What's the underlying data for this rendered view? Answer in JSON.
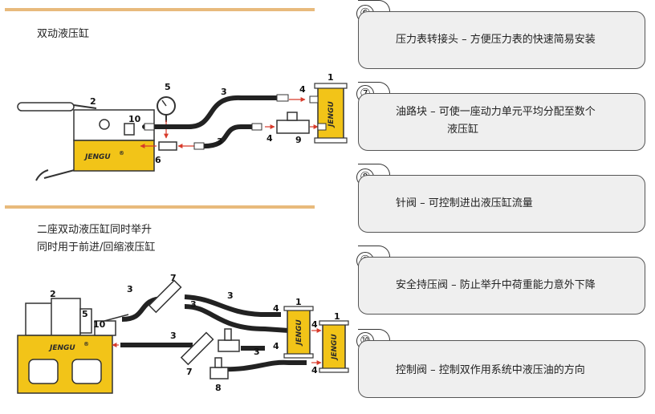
{
  "left": {
    "section1_heading": "双动液压缸",
    "section2_heading_line1": "二座双动液压缸同时举升",
    "section2_heading_line2": "同时用于前进/回缩液压缸"
  },
  "diagram1": {
    "brand": "JENGU",
    "registered": "®",
    "callouts": {
      "c1": "1",
      "c2": "2",
      "c3a": "3",
      "c3b": "3",
      "c4a": "4",
      "c4b": "4",
      "c5": "5",
      "c6": "6",
      "c9": "9",
      "c10": "10"
    }
  },
  "diagram2": {
    "brand": "JENGU",
    "registered": "®",
    "callouts": {
      "c1a": "1",
      "c1b": "1",
      "c2": "2",
      "c3a": "3",
      "c3b": "3",
      "c3c": "3",
      "c3d": "3",
      "c3e": "3",
      "c4a": "4",
      "c4b": "4",
      "c4c": "4",
      "c4d": "4",
      "c5": "5",
      "c7a": "7",
      "c7b": "7",
      "c8": "8",
      "c10": "10"
    }
  },
  "panels": [
    {
      "number": "⑥",
      "text1": "压力表转接头 – 方便压力表的快速简易安装"
    },
    {
      "number": "⑦",
      "text1": "油路块 – 可使一座动力单元平均分配至数个",
      "text2": "液压缸"
    },
    {
      "number": "⑧",
      "text1": "针阀 – 可控制进出液压缸流量"
    },
    {
      "number": "⑨",
      "text1": "安全持压阀 – 防止举升中荷重能力意外下降"
    },
    {
      "number": "⑩",
      "text1": "控制阀 – 控制双作用系统中液压油的方向"
    }
  ],
  "colors": {
    "accent_bar": "#e8ba7c",
    "cylinder_yellow": "#f2c418",
    "panel_bg": "#efefef",
    "arrow_red": "#d83a2a"
  }
}
